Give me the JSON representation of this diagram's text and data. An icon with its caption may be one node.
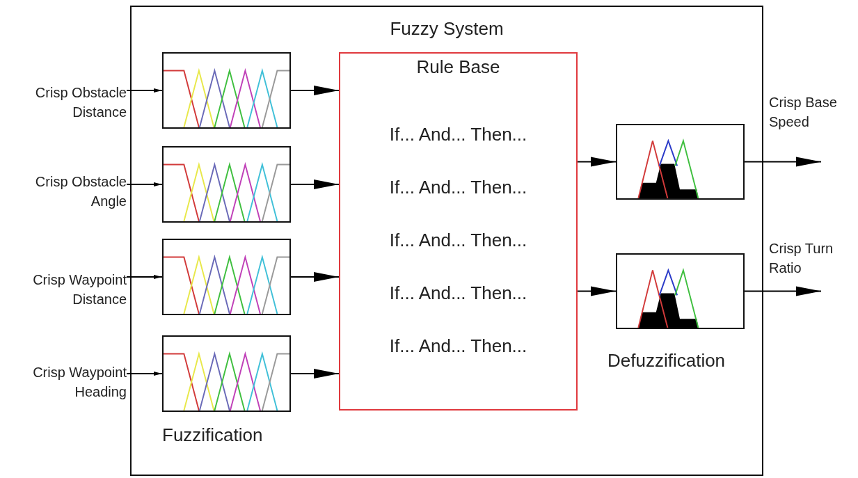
{
  "diagram": {
    "nodes": [
      {
        "text": [
          "Fuzzy System"
        ]
      },
      {
        "text": [
          "Crisp Obstacle Distance"
        ]
      },
      {
        "text": [
          "Crisp Obstacle Angle"
        ]
      },
      {
        "text": [
          "Crisp Waypoint Distance"
        ]
      },
      {
        "text": [
          "Crisp Waypoint Heading"
        ]
      },
      {
        "text": [],
        "shape": "box",
        "in": 0
      },
      {
        "text": [],
        "shape": "box",
        "in": 0
      },
      {
        "text": [],
        "shape": "box",
        "in": 0
      },
      {
        "text": [],
        "shape": "box",
        "in": 0,
        "beside": [
          "Fuzzification"
        ]
      },
      {
        "text": [
          "Rule Base",
          "If... And... Then...",
          "If... And... Then...",
          "If... And... Then...",
          "If... And... Then...",
          "If... And... Then..."
        ],
        "in": 0
      },
      {
        "text": [],
        "shape": "box",
        "in": 0
      },
      {
        "text": [],
        "shape": "box",
        "in": 0,
        "beside": [
          "Defuzzification"
        ]
      }
    ],
    "edges": [
      {
        "from": 1,
        "to": 5,
        "arrow": "to"
      },
      {
        "from": 2,
        "to": 6,
        "arrow": "to"
      },
      {
        "from": 3,
        "to": 7,
        "arrow": "to"
      },
      {
        "from": 4,
        "to": 8,
        "arrow": "to"
      },
      {
        "from": 5,
        "to": 9,
        "arrow": "to"
      },
      {
        "from": 6,
        "to": 9,
        "arrow": "to"
      },
      {
        "from": 7,
        "to": 9,
        "arrow": "to"
      },
      {
        "from": 8,
        "to": 9,
        "arrow": "to"
      },
      {
        "from": 9,
        "to": 10,
        "arrow": "to"
      },
      {
        "from": 9,
        "to": 11,
        "arrow": "to"
      },
      {
        "from": 10,
        "to": null,
        "arrow": "to",
        "label": "Crisp Base Speed"
      },
      {
        "from": 11,
        "to": null,
        "arrow": "to",
        "label": "Crisp Turn Ratio"
      }
    ]
  }
}
